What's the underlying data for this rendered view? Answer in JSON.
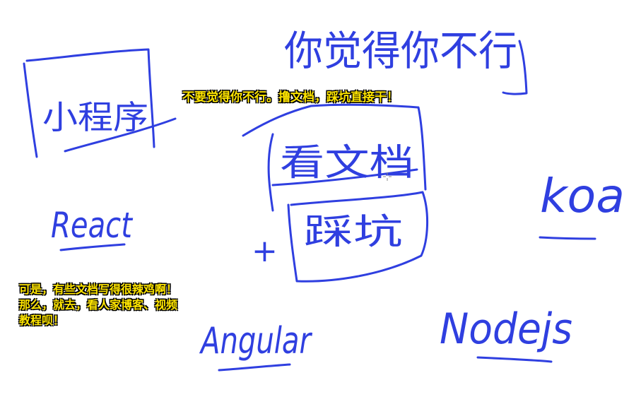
{
  "whiteboard": {
    "handwritten": {
      "title": "你觉得你不行",
      "mini_program": "小程序",
      "read_docs": "看文档",
      "step_pits": "踩坑",
      "plus_sign": "+",
      "react": "React",
      "koa": "koa",
      "angular": "Angular",
      "nodejs": "Nodejs"
    },
    "ink_color": "#2f3fe0"
  },
  "subtitles": {
    "top": "不要觉得你不行。撸文档，踩坑直接干！",
    "left_lines": [
      "可是，有些文档写得很辣鸡啊！",
      "那么，就去，看人家博客、视频",
      "教程呗！"
    ],
    "color": "#ffe500"
  }
}
